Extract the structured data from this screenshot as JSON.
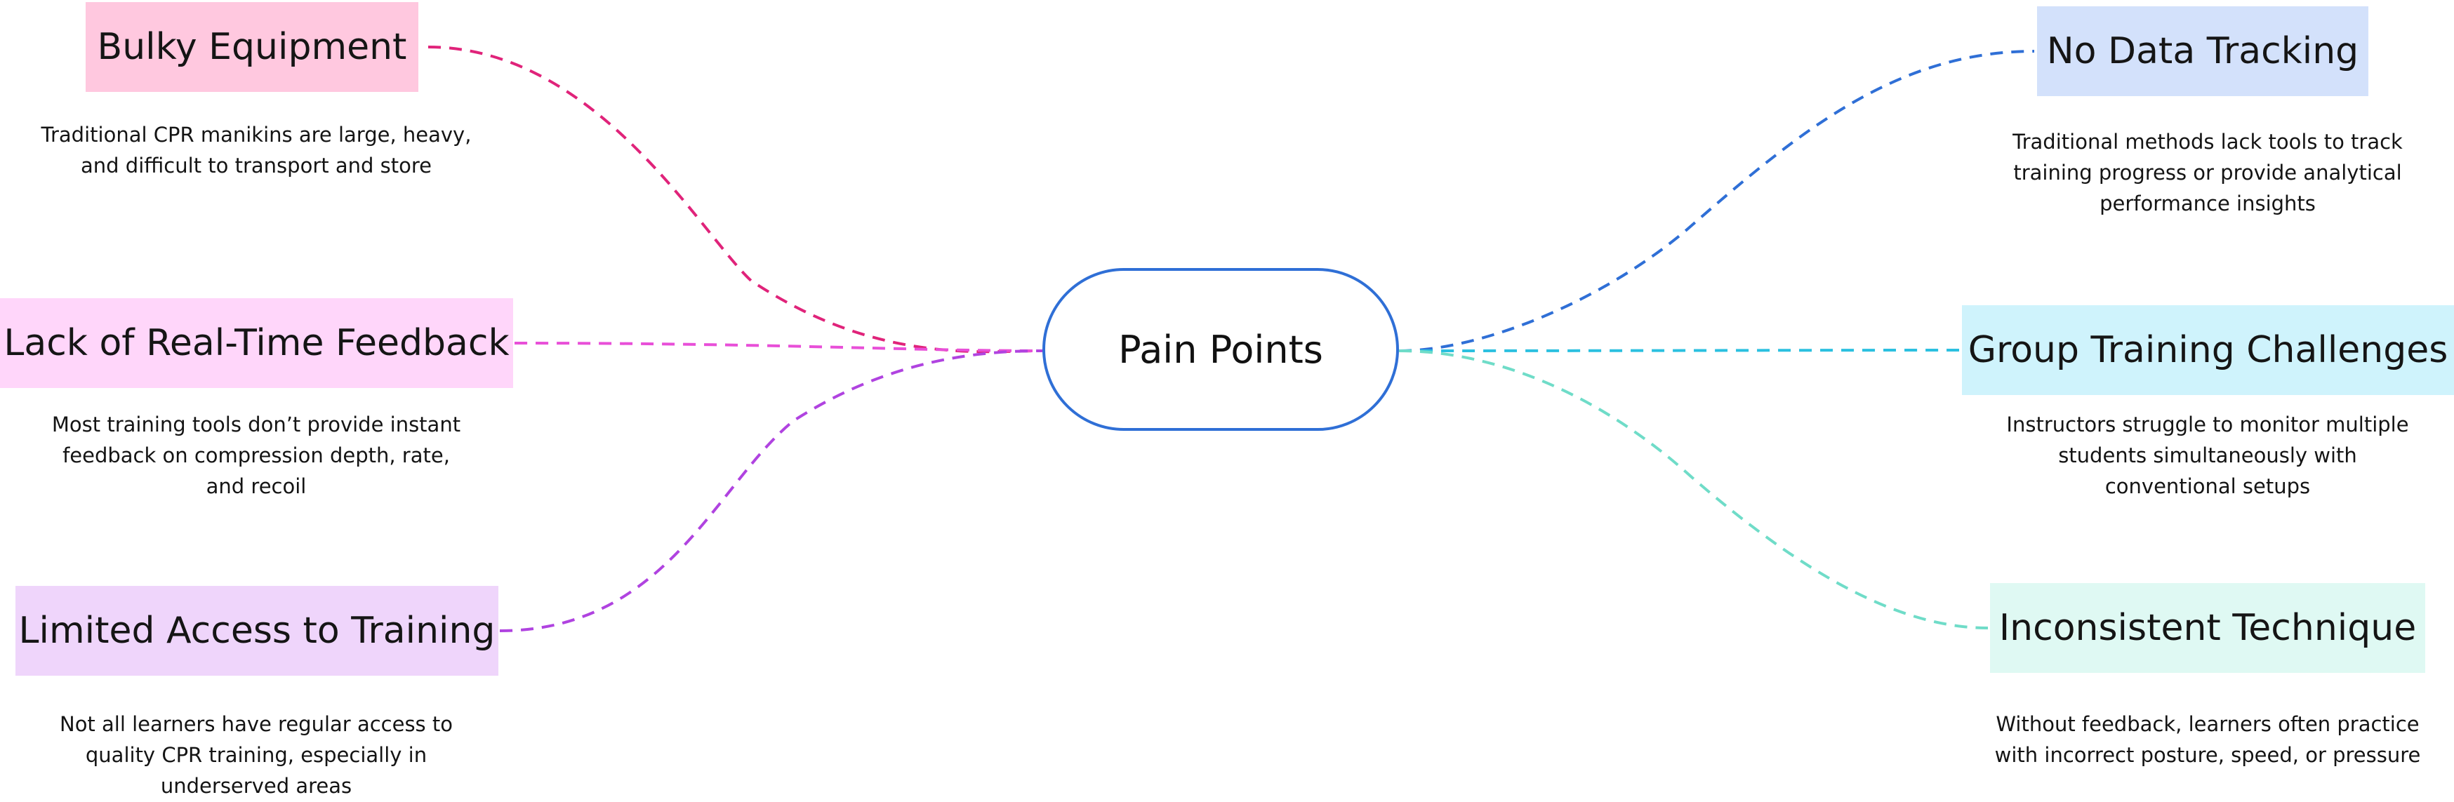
{
  "center": {
    "label": "Pain Points",
    "border_color": "#2f6fd6"
  },
  "topics": [
    {
      "id": "bulky",
      "title": "Bulky Equipment",
      "side": "left",
      "fill": "#ffc8df",
      "line_color": "#e0237a",
      "description": [
        "Traditional CPR manikins are large, heavy,",
        "and difficult to transport and store"
      ]
    },
    {
      "id": "lack",
      "title": "Lack of Real-Time Feedback",
      "side": "left",
      "fill": "#ffd6fa",
      "line_color": "#e84fd8",
      "description": [
        "Most training tools don’t provide instant",
        "feedback on compression depth, rate,",
        "and recoil"
      ]
    },
    {
      "id": "limited",
      "title": "Limited Access to Training",
      "side": "left",
      "fill": "#efd5fb",
      "line_color": "#b043e0",
      "description": [
        "Not all learners have regular access to",
        "quality CPR training, especially in",
        "underserved areas"
      ]
    },
    {
      "id": "nodata",
      "title": "No Data Tracking",
      "side": "right",
      "fill": "#d3e1fb",
      "line_color": "#2f6fd6",
      "description": [
        "Traditional methods lack tools to track",
        "training progress or provide analytical",
        "performance insights"
      ]
    },
    {
      "id": "group",
      "title": "Group Training Challenges",
      "side": "right",
      "fill": "#cff3fc",
      "line_color": "#2bc0e0",
      "description": [
        "Instructors struggle to monitor multiple",
        "students simultaneously with",
        "conventional setups"
      ]
    },
    {
      "id": "incon",
      "title": "Inconsistent Technique",
      "side": "right",
      "fill": "#dff9f3",
      "line_color": "#6fdcc8",
      "description": [
        "Without feedback, learners often practice",
        "with incorrect posture, speed, or pressure"
      ]
    }
  ]
}
